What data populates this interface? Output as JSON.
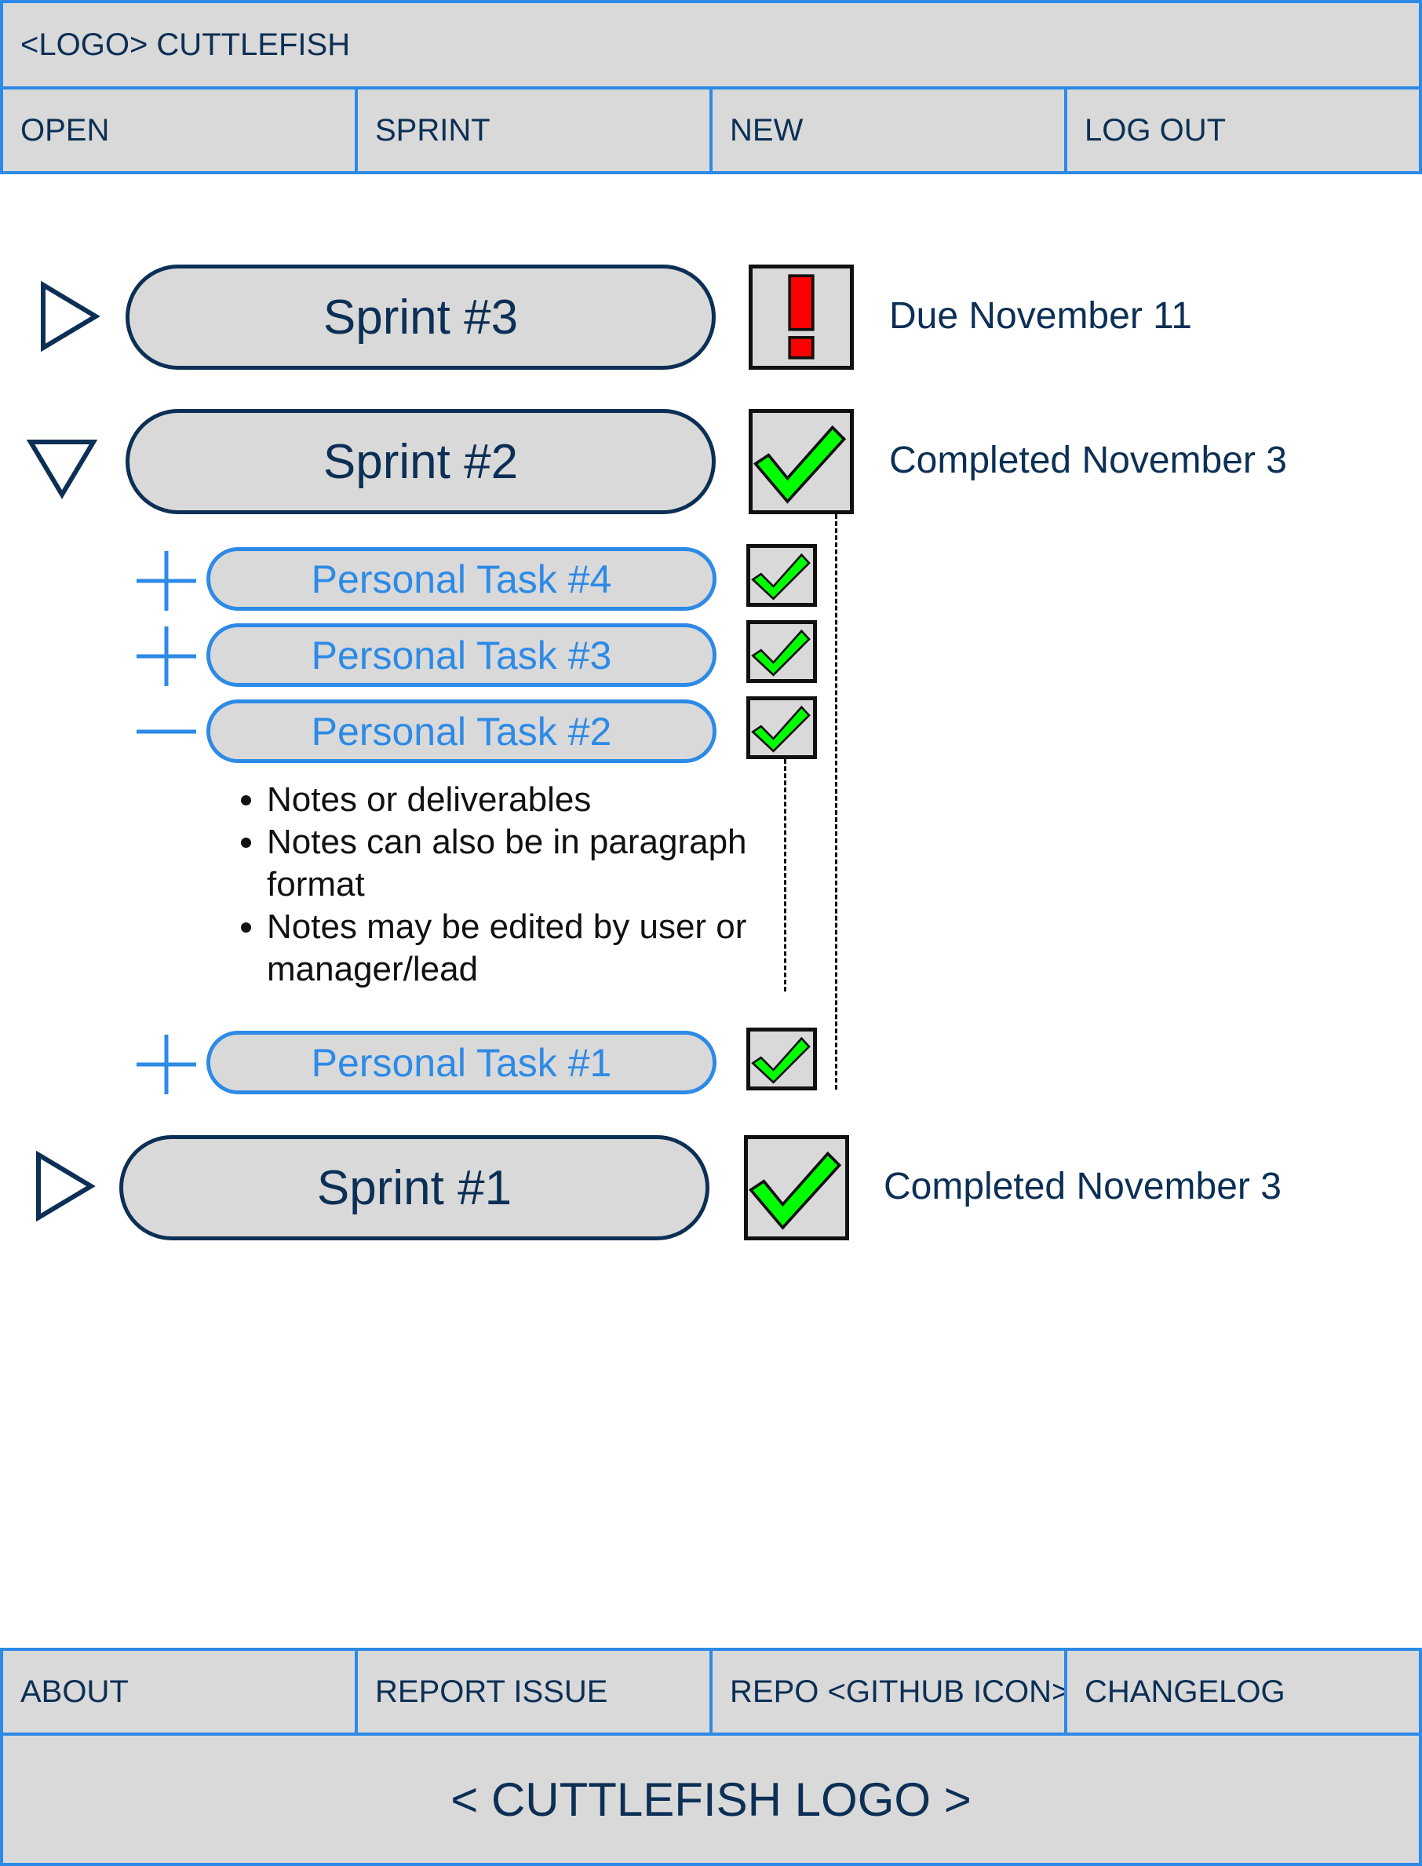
{
  "header": {
    "title": "<LOGO> CUTTLEFISH",
    "nav": [
      {
        "label": "OPEN"
      },
      {
        "label": "SPRINT"
      },
      {
        "label": "NEW"
      },
      {
        "label": "LOG OUT"
      }
    ]
  },
  "sprints": [
    {
      "label": "Sprint #3",
      "expanded": false,
      "status": "due",
      "status_icon": "exclamation-icon",
      "status_text": "Due November 11"
    },
    {
      "label": "Sprint #2",
      "expanded": true,
      "status": "completed",
      "status_icon": "checkmark-icon",
      "status_text": "Completed November 3"
    },
    {
      "label": "Sprint #1",
      "expanded": false,
      "status": "completed",
      "status_icon": "checkmark-icon",
      "status_text": "Completed November 3"
    }
  ],
  "tasks": [
    {
      "label": "Personal Task #4",
      "expanded": false,
      "completed": true
    },
    {
      "label": "Personal Task #3",
      "expanded": false,
      "completed": true
    },
    {
      "label": "Personal Task #2",
      "expanded": true,
      "completed": true
    },
    {
      "label": "Personal Task #1",
      "expanded": false,
      "completed": true
    }
  ],
  "task2_notes": [
    "Notes or deliverables",
    "Notes can also be in paragraph format",
    "Notes may be edited by user or manager/lead"
  ],
  "footer": {
    "links": [
      {
        "label": "ABOUT"
      },
      {
        "label": "REPORT ISSUE"
      },
      {
        "label": "REPO <GITHUB ICON>"
      },
      {
        "label": "CHANGELOG"
      }
    ],
    "logo_text": "< CUTTLEFISH LOGO >"
  },
  "colors": {
    "bar_bg": "#d9d9d9",
    "bar_border": "#2d8ae6",
    "navy": "#0c2f55",
    "accent_blue": "#2d8ae6",
    "check_green": "#00ff00",
    "alert_red": "#ff0000"
  }
}
